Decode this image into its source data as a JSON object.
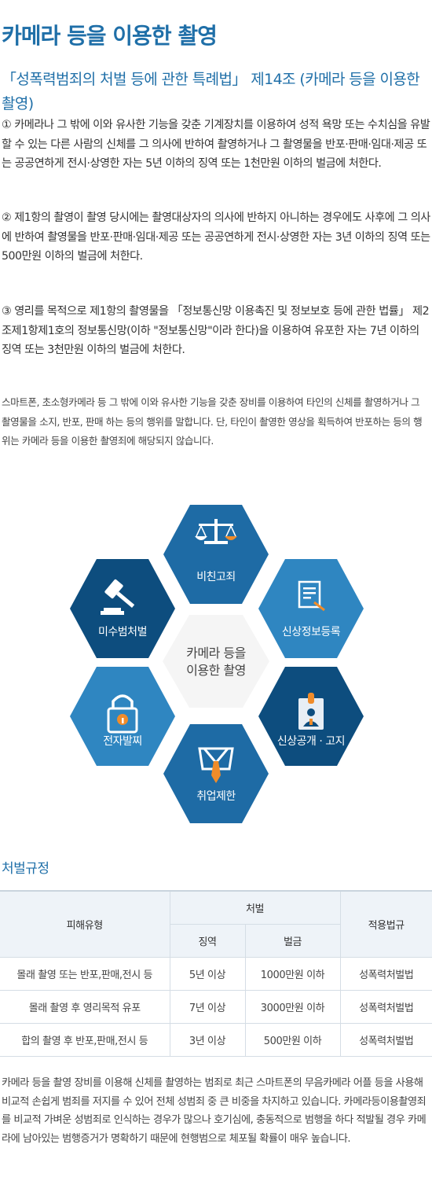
{
  "page_title": "카메라 등을 이용한 촬영",
  "law_title": "「성폭력범죄의 처벌 등에 관한 특례법」 제14조 (카메라 등을 이용한 촬영)",
  "clauses": {
    "c1": "① 카메라나 그 밖에 이와 유사한 기능을 갖춘 기계장치를 이용하여 성적 욕망 또는 수치심을 유발할 수 있는 다른 사람의 신체를 그 의사에 반하여 촬영하거나 그 촬영물을 반포·판매·임대·제공 또는 공공연하게 전시·상영한 자는 5년 이하의 징역 또는 1천만원 이하의 벌금에 처한다.",
    "c2": "② 제1항의 촬영이 촬영 당시에는 촬영대상자의 의사에 반하지 아니하는 경우에도 사후에 그 의사에 반하여 촬영물을 반포·판매·임대·제공 또는 공공연하게 전시·상영한 자는 3년 이하의 징역 또는 500만원 이하의 벌금에 처한다.",
    "c3": "③ 영리를 목적으로 제1항의 촬영물을 「정보통신망 이용촉진 및 정보보호 등에 관한 법률」 제2조제1항제1호의 정보통신망(이하 \"정보통신망\"이라 한다)을 이용하여 유포한 자는 7년 이하의 징역 또는 3천만원 이하의 벌금에 처한다."
  },
  "description": "스마트폰, 초소형카메라 등 그 밖에 이와 유사한 기능을 갖춘 장비를 이용하여 타인의 신체를 촬영하거나 그 촬영물을 소지, 반포, 판매 하는 등의 행위를 말합니다. 단, 타인이 촬영한 영상을 획득하여 반포하는 등의 행위는 카메라 등을 이용한 촬영죄에 해당되지 않습니다.",
  "diagram": {
    "center_line1": "카메라 등을",
    "center_line2": "이용한 촬영",
    "items": [
      {
        "label": "비친고죄",
        "icon": "scales-icon",
        "color": "#1e6ba5"
      },
      {
        "label": "신상정보등록",
        "icon": "document-pen-icon",
        "color": "#2f86c1"
      },
      {
        "label": "신상공개 · 고지",
        "icon": "id-badge-icon",
        "color": "#0d4d7e"
      },
      {
        "label": "취업제한",
        "icon": "suit-tie-icon",
        "color": "#1e6ba5"
      },
      {
        "label": "전자발찌",
        "icon": "padlock-icon",
        "color": "#2f86c1"
      },
      {
        "label": "미수범처벌",
        "icon": "gavel-icon",
        "color": "#0d4d7e"
      }
    ]
  },
  "section_title": "처벌규정",
  "table": {
    "h_type": "피해유형",
    "h_punish": "처벌",
    "h_prison": "징역",
    "h_fine": "벌금",
    "h_law": "적용법규",
    "rows": [
      {
        "type": "몰래 촬영 또는 반포,판매,전시 등",
        "prison": "5년 이상",
        "fine": "1000만원 이하",
        "law": "성폭력처벌법"
      },
      {
        "type": "몰래 촬영 후 영리목적 유포",
        "prison": "7년 이상",
        "fine": "3000만원 이하",
        "law": "성폭력처벌법"
      },
      {
        "type": "합의 촬영 후 반포,판매,전시 등",
        "prison": "3년 이상",
        "fine": "500만원 이하",
        "law": "성폭력처벌법"
      }
    ]
  },
  "footer": "카메라 등을 촬영 장비를 이용해 신체를 촬영하는 범죄로 최근 스마트폰의 무음카메라 어플 등을 사용해 비교적 손쉽게 범죄를 저지를 수 있어 전체 성범죄 중 큰 비중을 차지하고 있습니다. 카메라등이용촬영죄를 비교적 가벼운 성범죄로 인식하는 경우가 많으나 호기심에, 충동적으로 범행을 하다 적발될 경우 카메라에 남아있는 범행증거가 명확하기 때문에 현행범으로 체포될 확률이 매우 높습니다."
}
